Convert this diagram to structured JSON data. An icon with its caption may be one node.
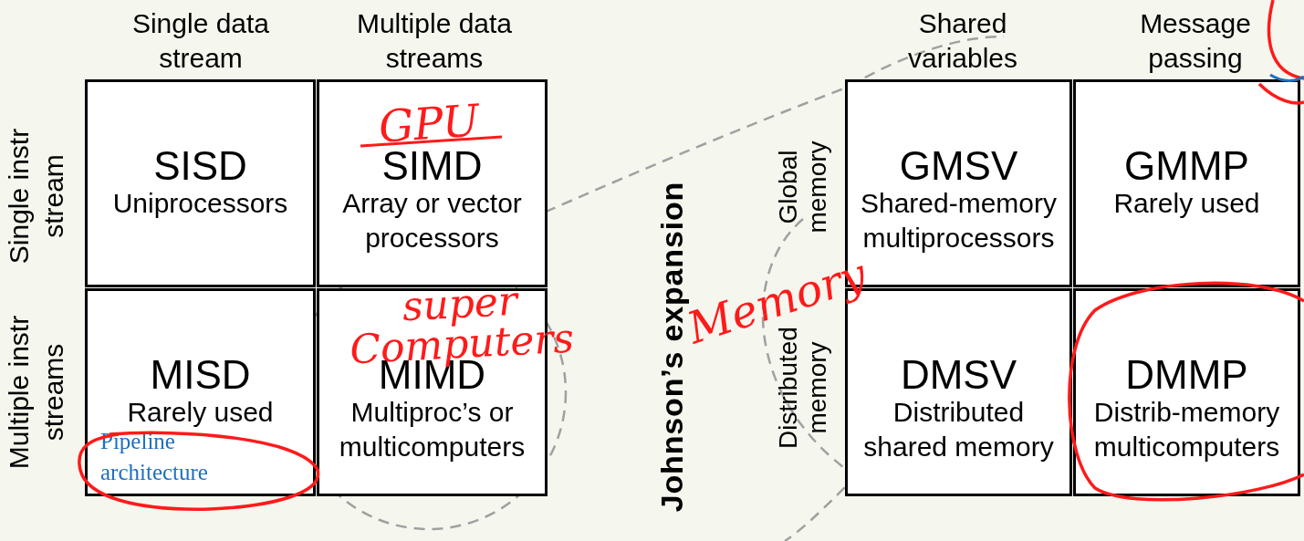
{
  "diagram": {
    "nodes": [
      {
        "text": [
          "SISD",
          "Uniprocessors"
        ]
      },
      {
        "text": [
          "SIMD",
          "Array or vector processors"
        ]
      },
      {
        "text": [
          "MISD",
          "Rarely used",
          "Pipeline architecture"
        ]
      },
      {
        "text": [
          "MIMD",
          "Multiproc’s or multicomputers"
        ]
      },
      {
        "text": [
          "GMSV",
          "Shared-memory multiprocessors"
        ]
      },
      {
        "text": [
          "GMMP",
          "Rarely used"
        ]
      },
      {
        "text": [
          "DMSV",
          "Distributed shared memory"
        ]
      },
      {
        "text": [
          "DMMP",
          "Distrib-memory multicomputers"
        ]
      }
    ],
    "labels": [
      "Single data stream",
      "Multiple data streams",
      "Shared variables",
      "Message passing",
      "Single instr stream",
      "Multiple instr streams",
      "Johnson’s expansion",
      "Global memory",
      "Distributed memory",
      "GPU",
      "super Computers",
      "Memory"
    ]
  }
}
